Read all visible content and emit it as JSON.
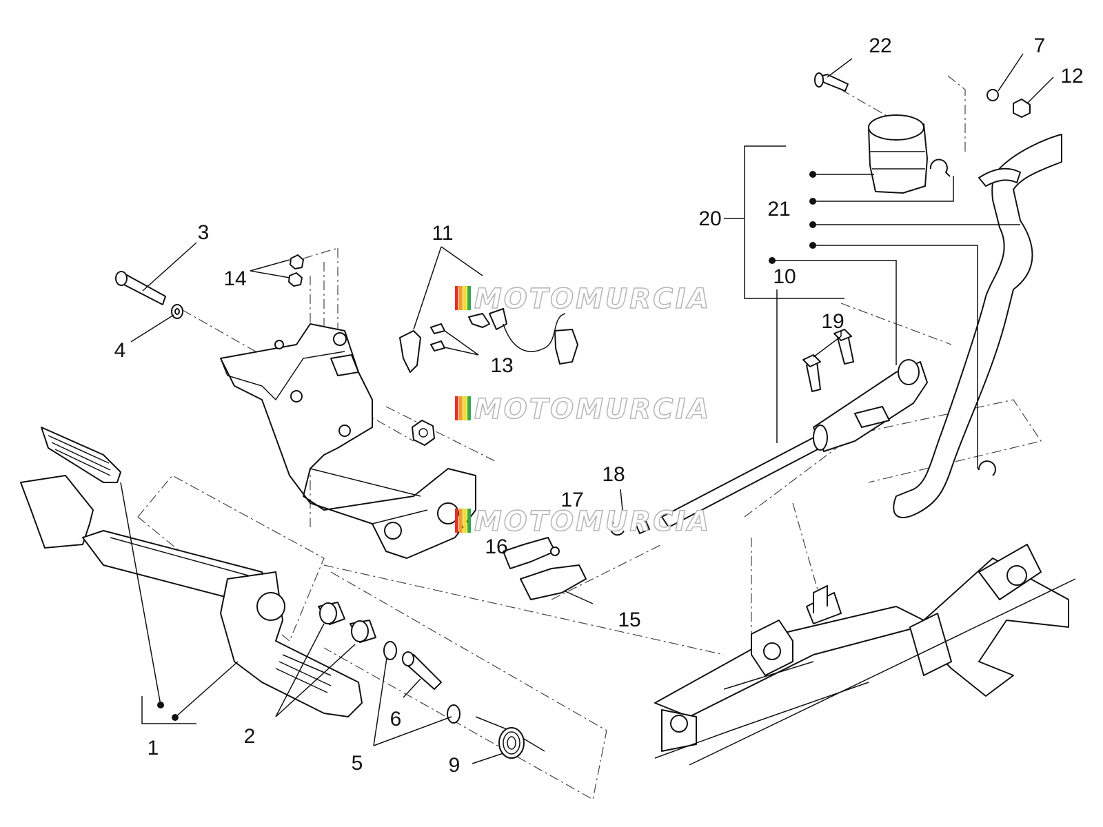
{
  "diagram": {
    "callouts": {
      "c1": "1",
      "c2": "2",
      "c3": "3",
      "c4": "4",
      "c5": "5",
      "c6": "6",
      "c7": "7",
      "c9": "9",
      "c10": "10",
      "c11": "11",
      "c12": "12",
      "c13": "13",
      "c14": "14",
      "c15": "15",
      "c16": "16",
      "c17": "17",
      "c18": "18",
      "c19": "19",
      "c20": "20",
      "c21": "21",
      "c22": "22"
    },
    "watermark": "MOTOMURCIA",
    "watermark_stripe_colors": [
      "#e2342a",
      "#f0a020",
      "#f3dc2c",
      "#3aa845"
    ]
  }
}
